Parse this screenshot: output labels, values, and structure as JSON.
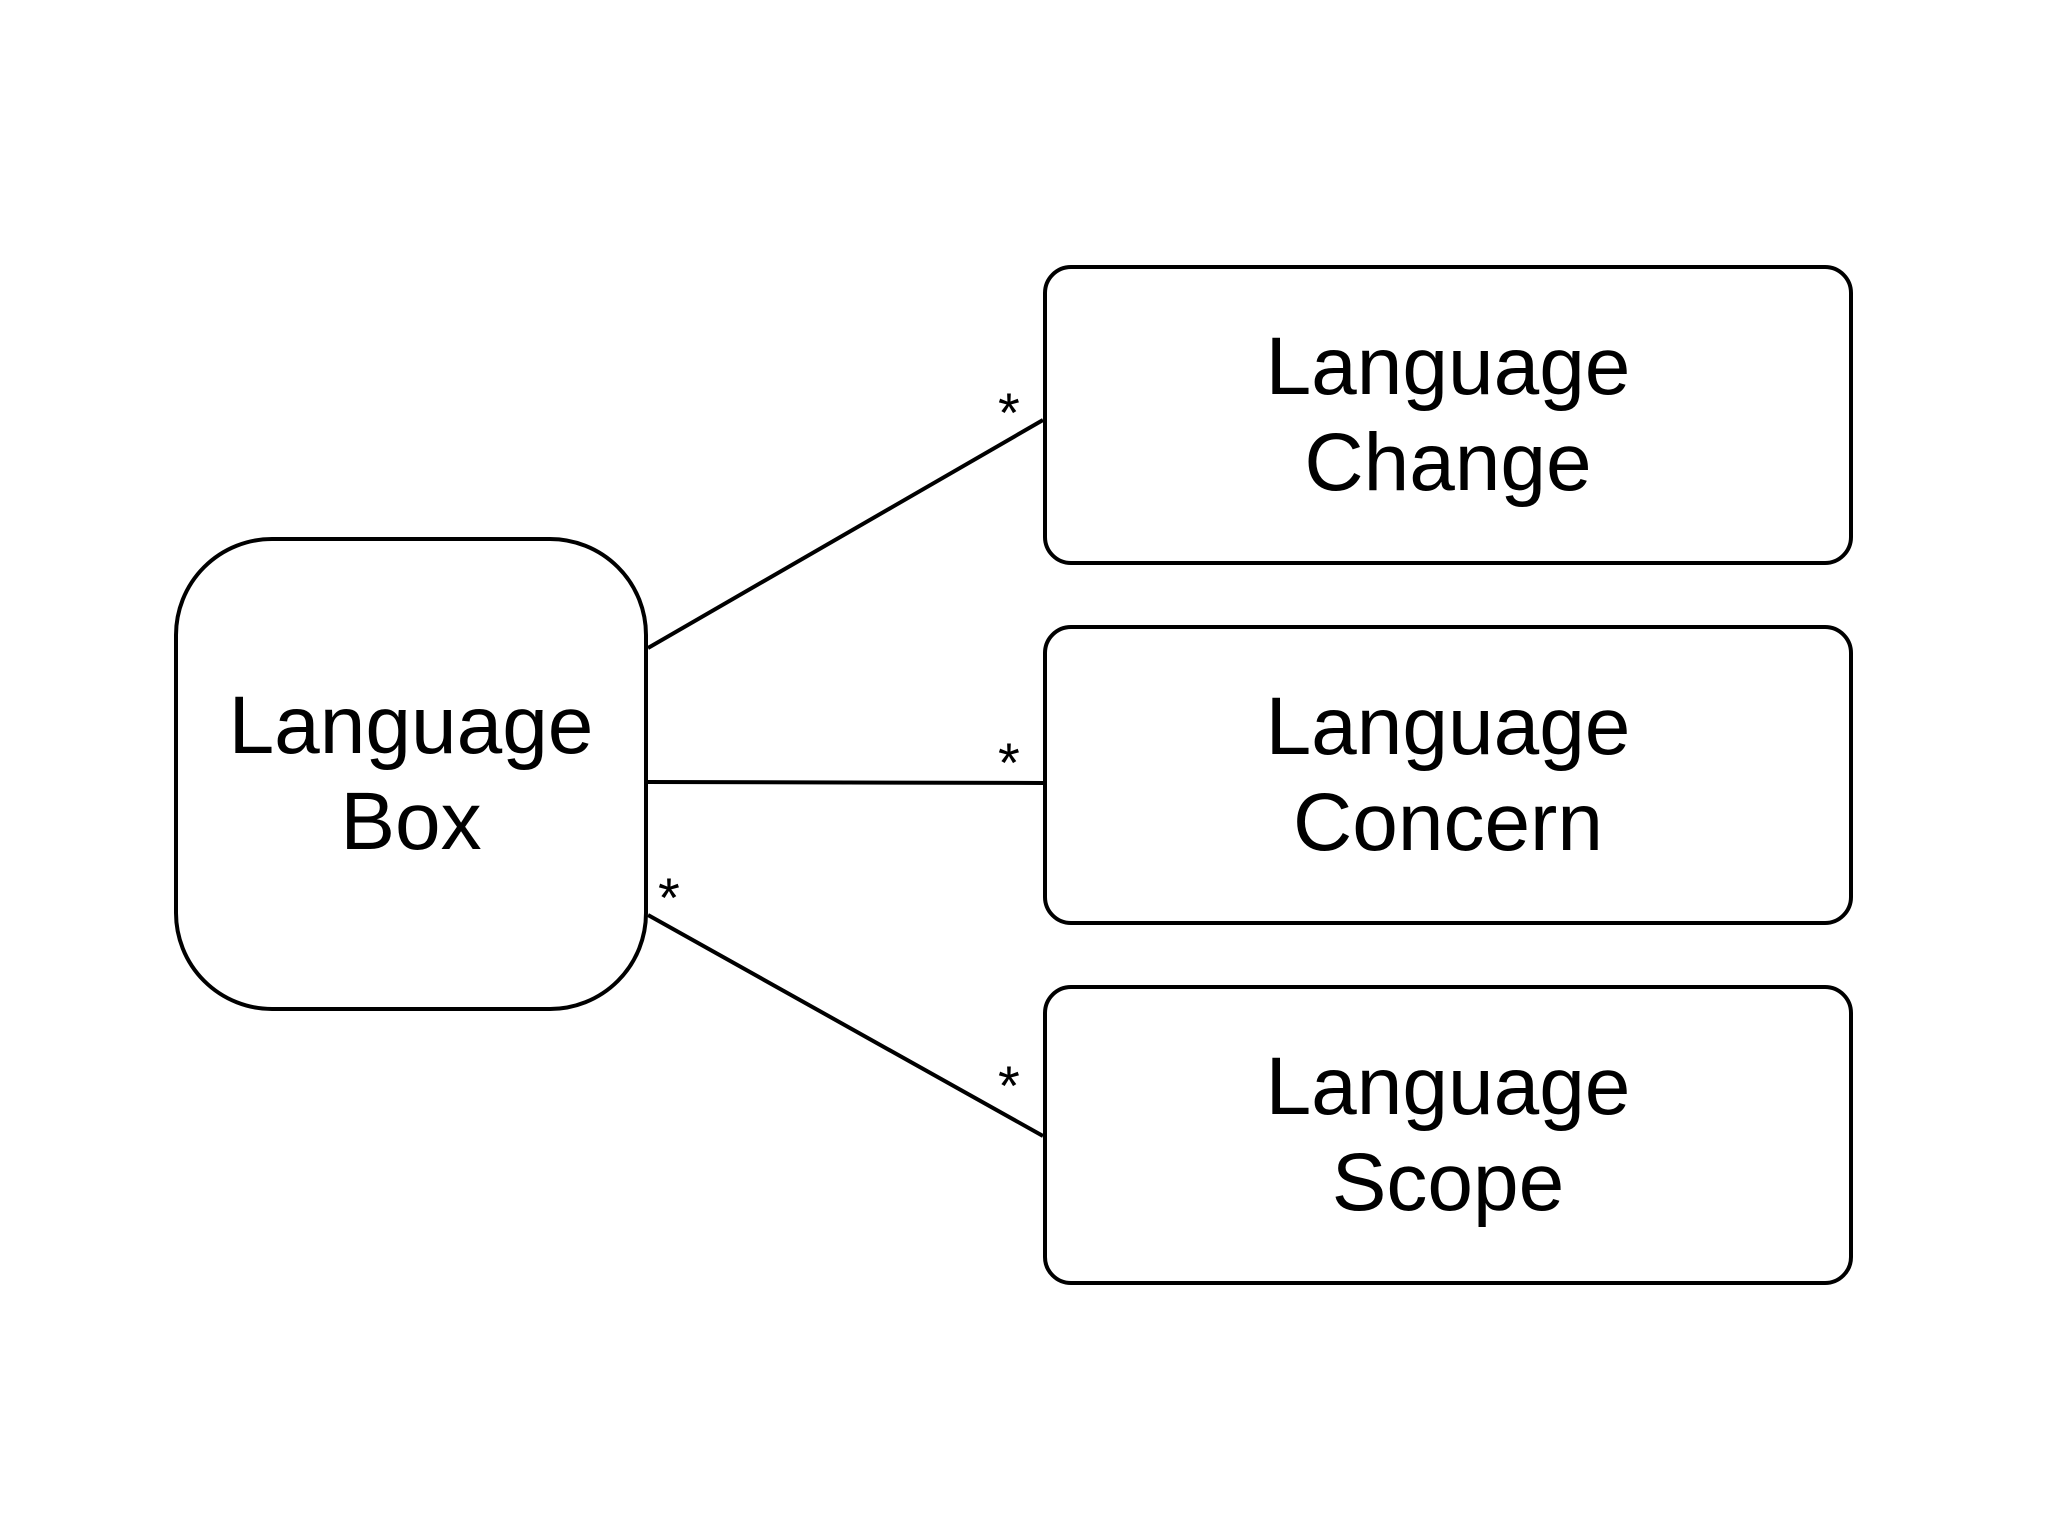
{
  "diagram": {
    "source": {
      "label": "Language\nBox"
    },
    "targets": [
      {
        "label": "Language\nChange",
        "multiplicity": "*"
      },
      {
        "label": "Language\nConcern",
        "multiplicity": "*"
      },
      {
        "label": "Language\nScope",
        "multiplicity": "*"
      }
    ],
    "source_multiplicity_scope": "*",
    "colors": {
      "stroke": "#000000",
      "background": "#ffffff"
    }
  }
}
